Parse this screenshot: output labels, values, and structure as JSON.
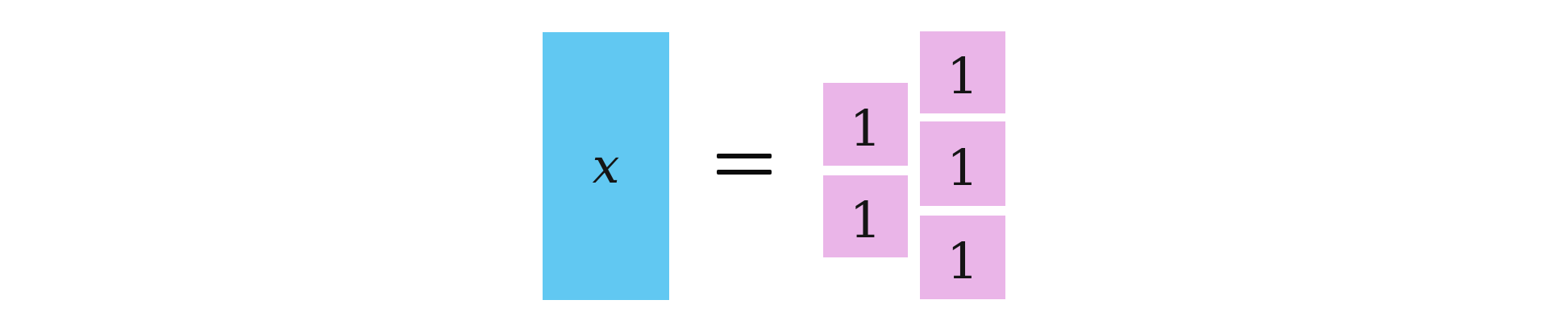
{
  "diagram": {
    "background_color": "#ffffff",
    "variable_tile": {
      "label": "x",
      "fill_color": "#61c8f2",
      "text_color": "#151515"
    },
    "equals_sign": {
      "symbol": "=",
      "color": "#0b0b0b"
    },
    "unit_tiles": {
      "fill_color": "#eab5e8",
      "text_color": "#151515",
      "left_column": [
        {
          "label": "1"
        },
        {
          "label": "1"
        }
      ],
      "right_column": [
        {
          "label": "1"
        },
        {
          "label": "1"
        },
        {
          "label": "1"
        }
      ]
    }
  }
}
